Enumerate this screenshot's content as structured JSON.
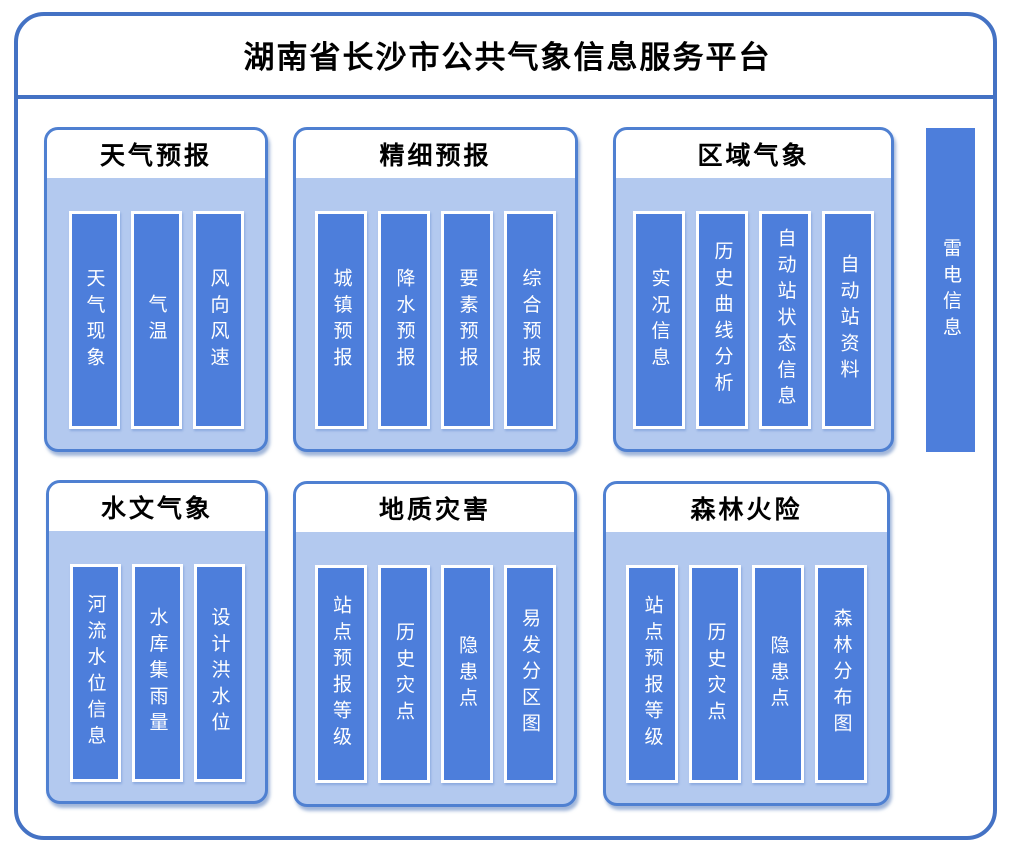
{
  "page": {
    "title": "湖南省长沙市公共气象信息服务平台"
  },
  "colors": {
    "frame_border": "#4472c4",
    "panel_border": "#4f80d1",
    "panel_body": "#b3c9ef",
    "bar_fill": "#4d7edb",
    "bar_text": "#ffffff",
    "title_text": "#000000"
  },
  "panels": [
    {
      "title": "天气预报",
      "items": [
        "天气现象",
        "气温",
        "风向风速"
      ]
    },
    {
      "title": "精细预报",
      "items": [
        "城镇预报",
        "降水预报",
        "要素预报",
        "综合预报"
      ]
    },
    {
      "title": "区域气象",
      "items": [
        "实况信息",
        "历史曲线分析",
        "自动站状态信息",
        "自动站资料"
      ]
    },
    {
      "title": "水文气象",
      "items": [
        "河流水位信息",
        "水库集雨量",
        "设计洪水位"
      ]
    },
    {
      "title": "地质灾害",
      "items": [
        "站点预报等级",
        "历史灾点",
        "隐患点",
        "易发分区图"
      ]
    },
    {
      "title": "森林火险",
      "items": [
        "站点预报等级",
        "历史灾点",
        "隐患点",
        "森林分布图"
      ]
    }
  ],
  "side_bar": {
    "label": "雷电信息"
  }
}
